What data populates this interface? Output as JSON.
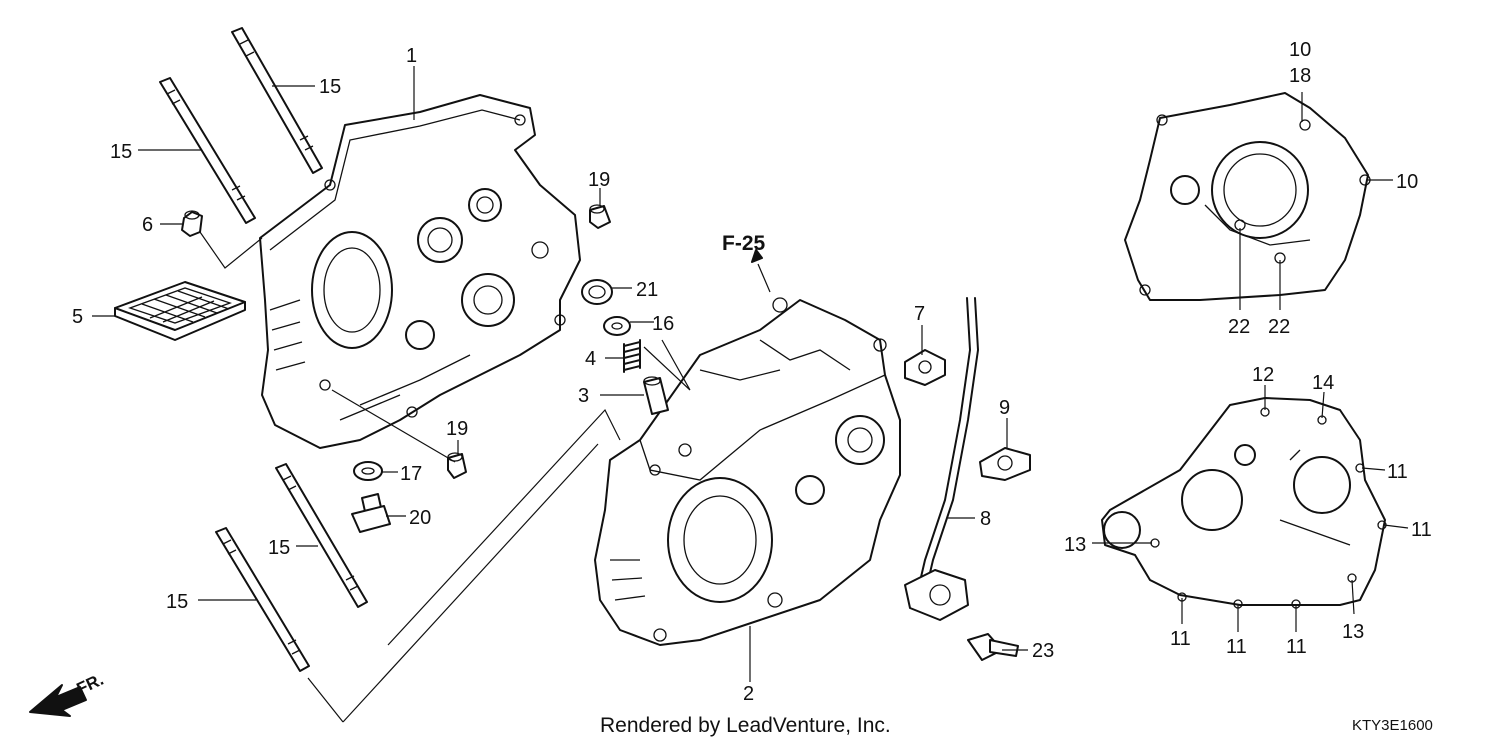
{
  "callouts": {
    "c1": "1",
    "c2": "2",
    "c3": "3",
    "c4": "4",
    "c5": "5",
    "c6": "6",
    "c7": "7",
    "c8": "8",
    "c9": "9",
    "c10a": "10",
    "c10b": "10",
    "c11a": "11",
    "c11b": "11",
    "c11c": "11",
    "c11d": "11",
    "c11e": "11",
    "c12": "12",
    "c13a": "13",
    "c13b": "13",
    "c14": "14",
    "c15a": "15",
    "c15b": "15",
    "c15c": "15",
    "c15d": "15",
    "c16": "16",
    "c17": "17",
    "c18": "18",
    "c19a": "19",
    "c19b": "19",
    "c20": "20",
    "c21": "21",
    "c22a": "22",
    "c22b": "22",
    "c23": "23"
  },
  "reference": "F-25",
  "front_marker": "FR.",
  "credit": "Rendered by LeadVenture, Inc.",
  "diagram_code": "KTY3E1600"
}
